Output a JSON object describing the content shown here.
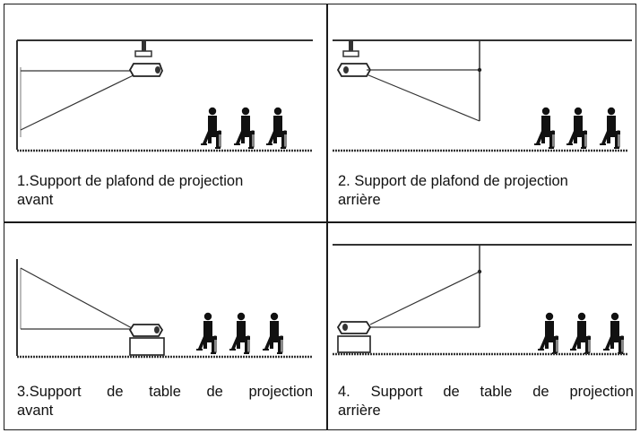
{
  "cells": [
    {
      "caption_line1": "1.Support de plafond de projection",
      "caption_line2": "avant"
    },
    {
      "caption_line1": "2. Support de plafond de projection",
      "caption_line2": "arrière"
    },
    {
      "caption_line1": "3.Support de table de projection",
      "caption_line2": "avant"
    },
    {
      "caption_line1": "4. Support de table de projection",
      "caption_line2": "arrière"
    }
  ],
  "colors": {
    "line": "#222222",
    "text": "#111111",
    "background": "#ffffff"
  }
}
